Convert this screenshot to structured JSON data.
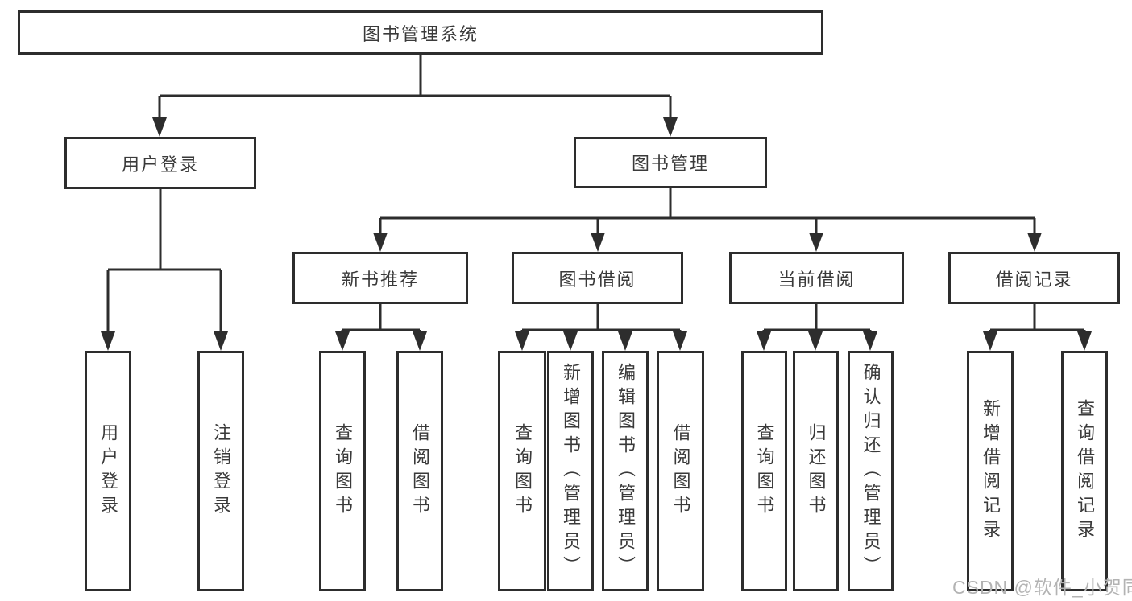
{
  "diagram": {
    "root": {
      "label": "图书管理系统"
    },
    "branches": {
      "user_login": {
        "label": "用户登录",
        "children": {
          "login": "用户登录",
          "logout": "注销登录"
        }
      },
      "book_mgmt": {
        "label": "图书管理"
      }
    },
    "modules": {
      "new_book_rec": {
        "label": "新书推荐",
        "children": {
          "query": "查询图书",
          "borrow": "借阅图书"
        }
      },
      "book_borrow": {
        "label": "图书借阅",
        "children": {
          "query": "查询图书",
          "add": "新增图书（管理员）",
          "edit": "编辑图书（管理员）",
          "borrow": "借阅图书"
        }
      },
      "current_borrow": {
        "label": "当前借阅",
        "children": {
          "query": "查询图书",
          "return": "归还图书",
          "confirm": "确认归还（管理员）"
        }
      },
      "borrow_records": {
        "label": "借阅记录",
        "children": {
          "add": "新增借阅记录",
          "query": "查询借阅记录"
        }
      }
    }
  },
  "watermark": {
    "text": "CSDN @软件_小贺同学"
  }
}
